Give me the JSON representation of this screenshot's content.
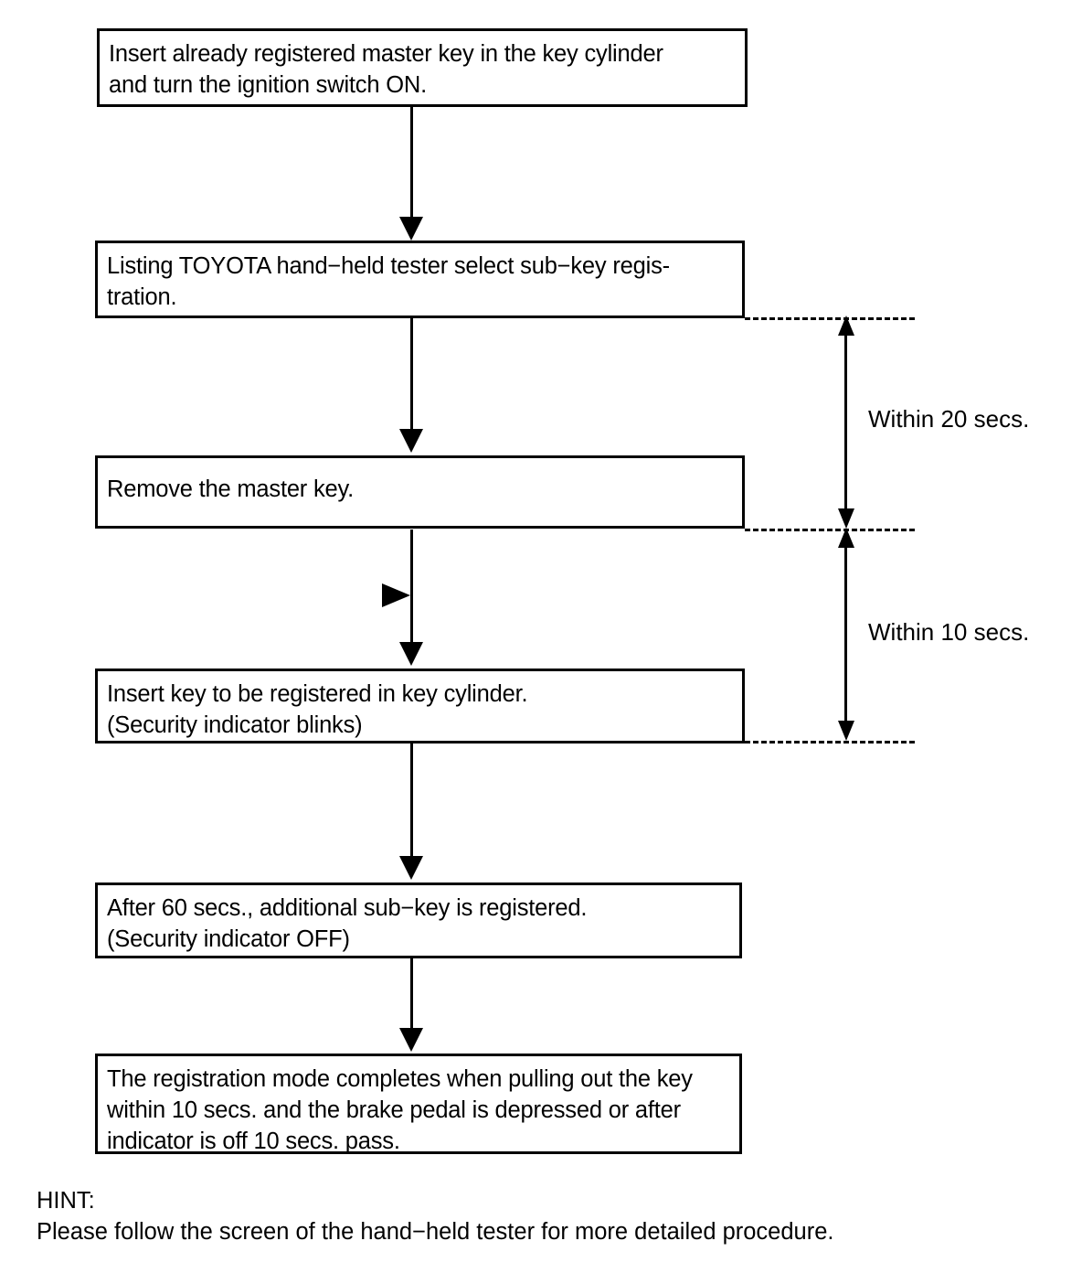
{
  "diagram": {
    "title": "Sub-key registration procedure flowchart",
    "ink_color": "#000000",
    "background_color": "#ffffff",
    "nodes": [
      {
        "id": "step-1",
        "lines": [
          "Insert already registered master key in the key cylinder",
          "and turn the ignition switch ON."
        ]
      },
      {
        "id": "step-2",
        "lines": [
          "Listing TOYOTA hand−held tester select sub−key regis-",
          "tration."
        ]
      },
      {
        "id": "step-3",
        "lines": [
          "Remove the master key."
        ]
      },
      {
        "id": "step-4",
        "lines": [
          "Insert key to be registered in key cylinder.",
          "(Security indicator blinks)"
        ]
      },
      {
        "id": "step-5",
        "lines": [
          "After 60 secs., additional sub−key is registered.",
          "(Security indicator OFF)"
        ]
      },
      {
        "id": "step-6",
        "lines": [
          "The registration mode completes when pulling out the key",
          "within 10 secs. and the brake pedal is depressed or after",
          "indicator is off 10 secs. pass."
        ]
      }
    ],
    "timing_annotations": [
      {
        "id": "timing-20",
        "label": "Within 20 secs.",
        "seconds": 20
      },
      {
        "id": "timing-10",
        "label": "Within 10 secs.",
        "seconds": 10
      }
    ]
  },
  "hint": {
    "heading": "HINT:",
    "text": "Please follow the screen of the hand−held tester for more detailed procedure."
  }
}
